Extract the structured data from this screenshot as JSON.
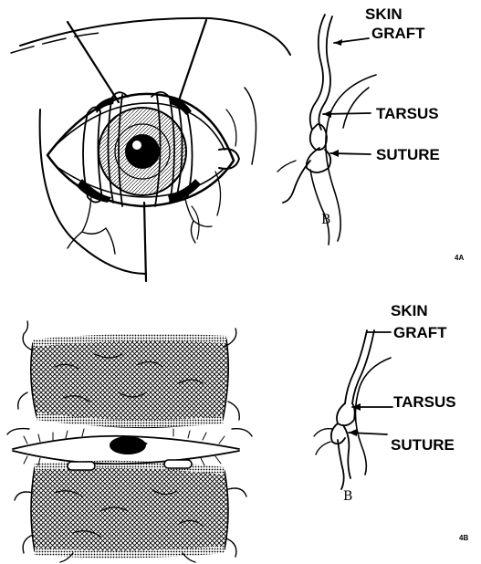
{
  "panel_a": {
    "labels": {
      "skin_graft_line1": "SKIN",
      "skin_graft_line2": "GRAFT",
      "tarsus": "TARSUS",
      "suture": "SUTURE"
    },
    "signature": "B",
    "figure_number": "4A"
  },
  "panel_b": {
    "labels": {
      "skin_graft_line1": "SKIN",
      "skin_graft_line2": "GRAFT",
      "tarsus": "TARSUS",
      "suture": "SUTURE"
    },
    "signature": "B",
    "figure_number": "4B"
  }
}
